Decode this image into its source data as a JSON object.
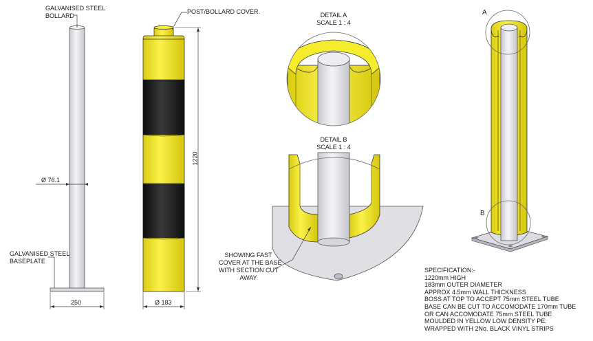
{
  "labels": {
    "steel_bollard": [
      "GALVANISED STEEL",
      "BOLLARD"
    ],
    "bollard_cover": "POST/BOLLARD COVER.",
    "diameter_tube": "76.1",
    "steel_baseplate": [
      "GALVANISED STEEL",
      "BASEPLATE"
    ],
    "baseplate_width": "250",
    "height": "1220",
    "diameter_cover": "183",
    "detail_a": [
      "DETAIL A",
      "SCALE 1 : 4"
    ],
    "detail_b": [
      "DETAIL B",
      "SCALE 1 : 4"
    ],
    "section_note": [
      "SHOWING FAST",
      "COVER AT THE BASE",
      "WITH SECTION CUT",
      "AWAY"
    ],
    "marker_a": "A",
    "marker_b": "B"
  },
  "specification": [
    "SPECIFICATION:-",
    "1220mm HIGH",
    "183mm OUTER DIAMETER",
    "APPROX 4.5mm WALL THICKNESS",
    "BOSS AT TOP TO ACCEPT 75mm STEEL TUBE",
    "BASE CAN BE CUT TO ACCOMODATE 170mm TUBE",
    "OR CAN ACCOMODATE 75mm STEEL TUBE",
    "MOULDED IN YELLOW LOW DENSITY PE.",
    "WRAPPED WITH 2No. BLACK VINYL STRIPS"
  ],
  "colors": {
    "yellow": "#f4e81a",
    "black": "#1a1a1a",
    "steel": "#e4e4ec",
    "line": "#333333"
  }
}
